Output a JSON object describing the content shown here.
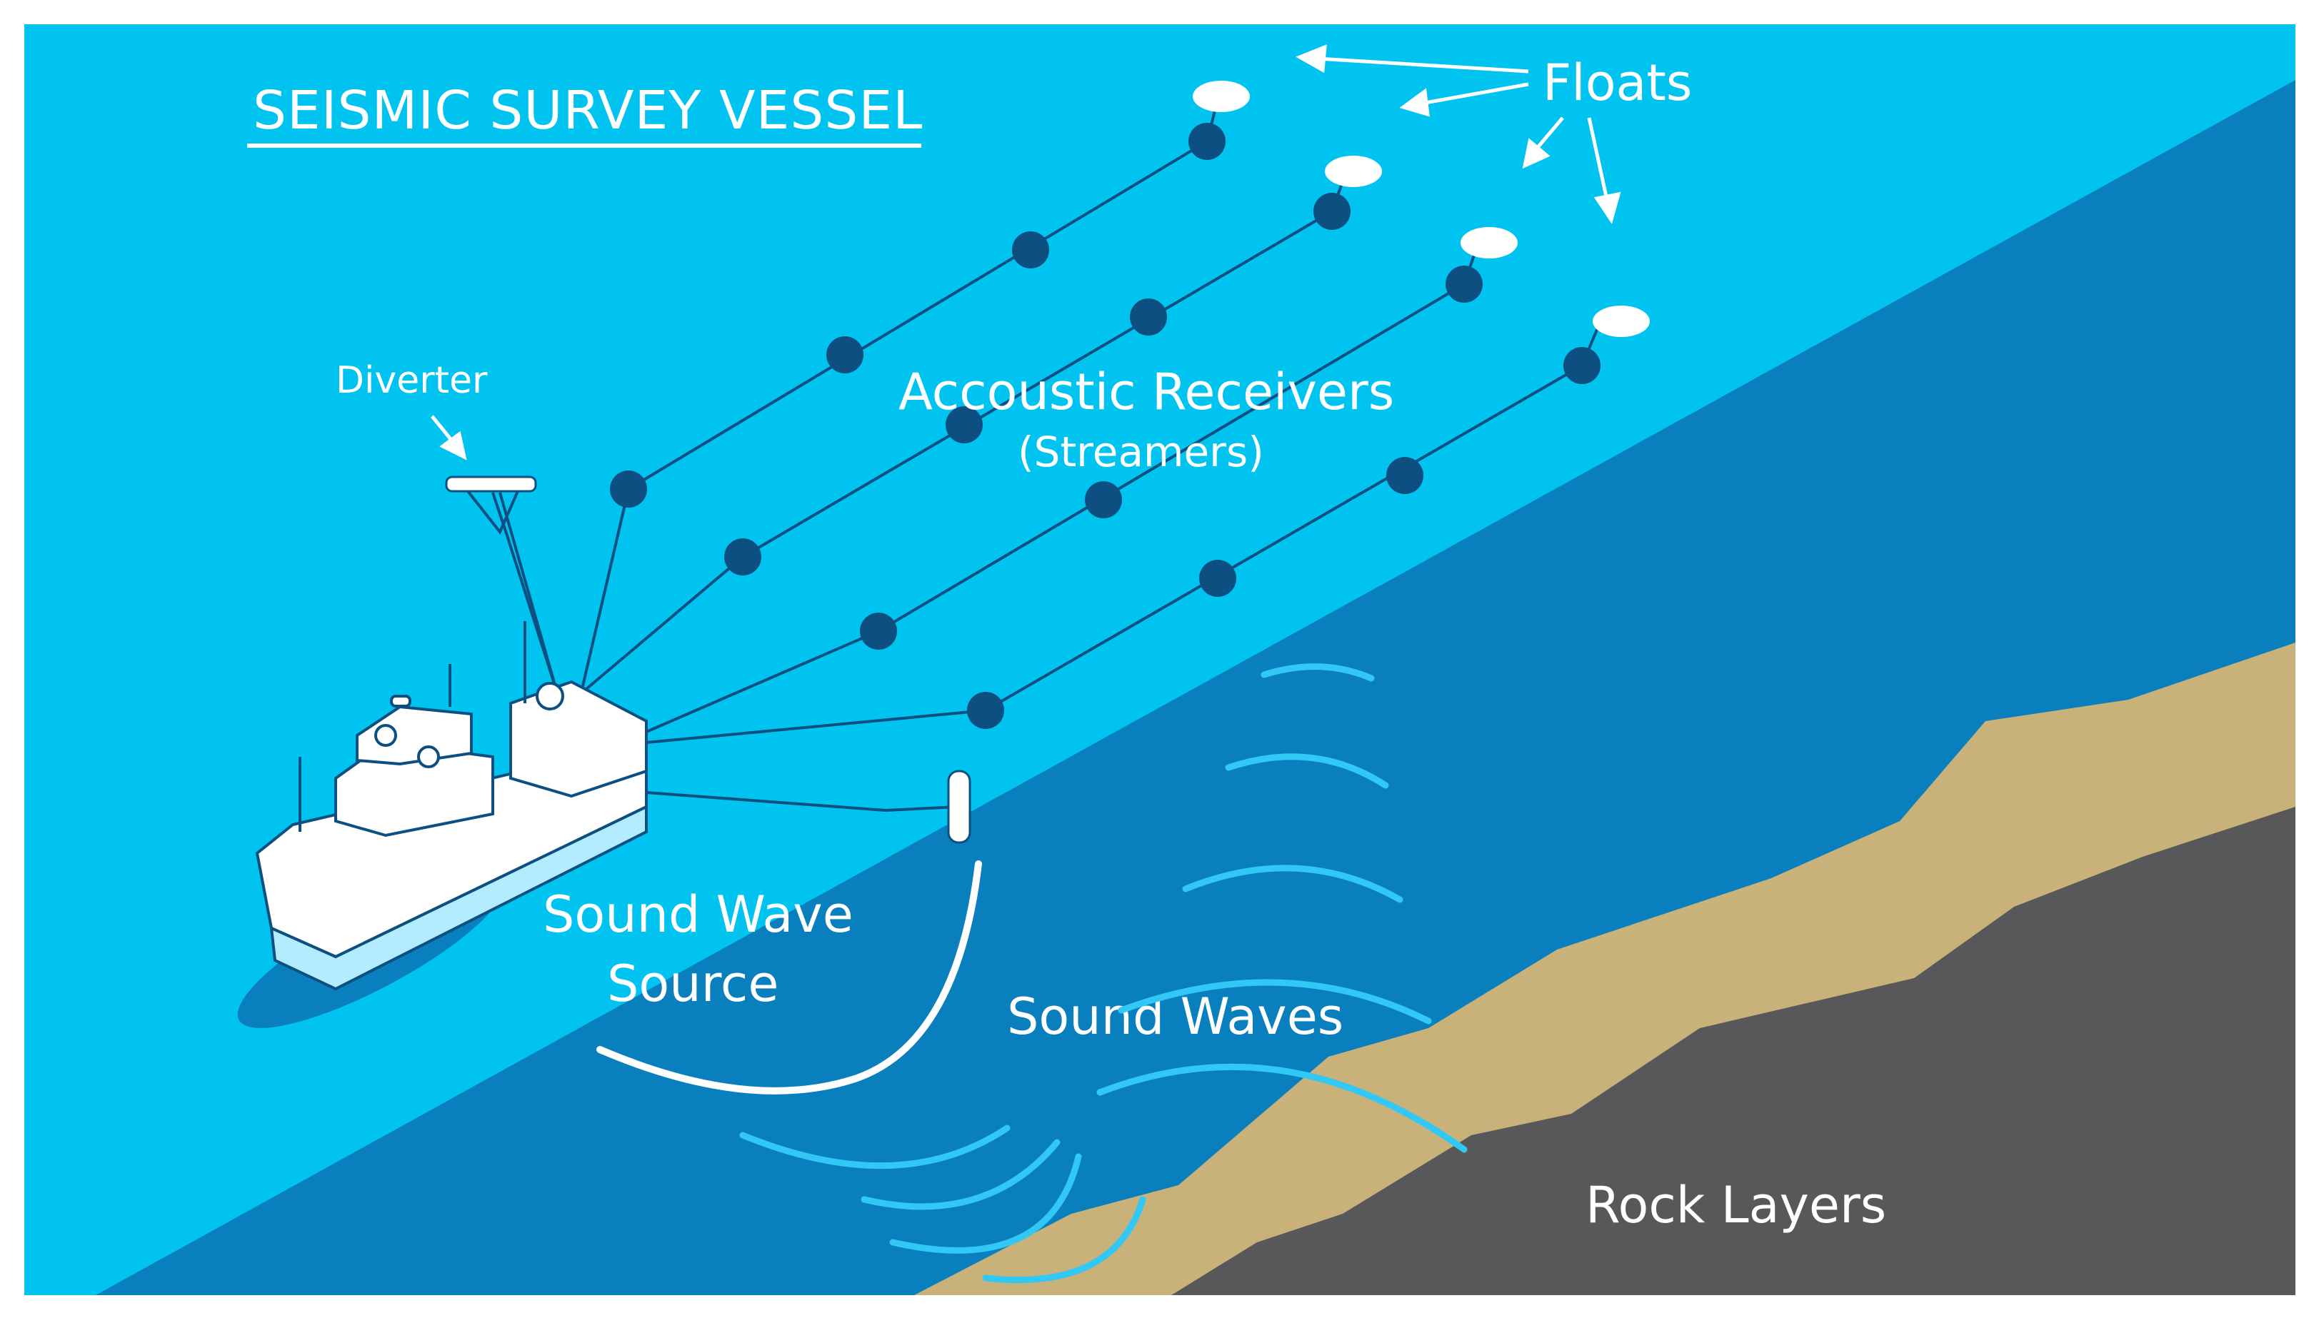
{
  "title": "SEISMIC SURVEY VESSEL",
  "labels": {
    "floats": "Floats",
    "diverter": "Diverter",
    "receivers_line1": "Accoustic Receivers",
    "receivers_line2": "(Streamers)",
    "source_line1": "Sound Wave",
    "source_line2": "Source",
    "sound_waves": "Sound Waves",
    "rock_layers": "Rock Layers"
  },
  "colors": {
    "sky_water": "#00c3f0",
    "deep_water": "#0a7fbe",
    "sand": "#c9b27a",
    "rock": "#58585a",
    "line": "#0d4f80",
    "white": "#ffffff"
  }
}
